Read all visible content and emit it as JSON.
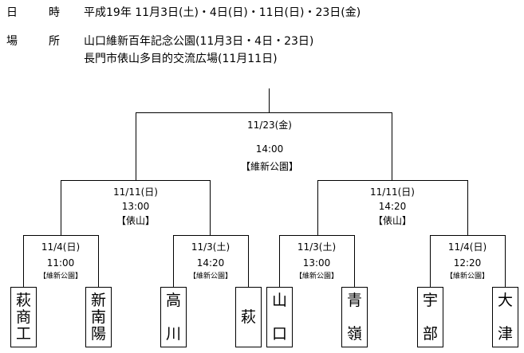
{
  "header": {
    "date_label_1": "日",
    "date_label_2": "時",
    "date_value": "平成19年  11月3日(土)・4日(日)・11日(日)・23日(金)",
    "place_label_1": "場",
    "place_label_2": "所",
    "place_line1": "山口維新百年記念公園(11月3日・4日・23日)",
    "place_line2": "長門市俵山多目的交流広場(11月11日)"
  },
  "final": {
    "date": "11/23(金)",
    "time": "14:00",
    "venue": "【維新公園】"
  },
  "semis": [
    {
      "date": "11/11(日)",
      "time": "13:00",
      "venue": "【俵山】"
    },
    {
      "date": "11/11(日)",
      "time": "14:20",
      "venue": "【俵山】"
    }
  ],
  "first_round": [
    {
      "date": "11/4(日)",
      "time": "11:00",
      "venue": "【維新公園】"
    },
    {
      "date": "11/3(土)",
      "time": "14:20",
      "venue": "【維新公園】"
    },
    {
      "date": "11/3(土)",
      "time": "13:00",
      "venue": "【維新公園】"
    },
    {
      "date": "11/4(日)",
      "time": "12:20",
      "venue": "【維新公園】"
    }
  ],
  "teams": [
    {
      "chars": [
        "萩",
        "商",
        "工"
      ]
    },
    {
      "chars": [
        "新",
        "南",
        "陽"
      ]
    },
    {
      "chars": [
        "高",
        "",
        "川"
      ]
    },
    {
      "chars": [
        "萩"
      ]
    },
    {
      "chars": [
        "山",
        "",
        "口"
      ]
    },
    {
      "chars": [
        "青",
        "",
        "嶺"
      ]
    },
    {
      "chars": [
        "宇",
        "",
        "部"
      ]
    },
    {
      "chars": [
        "大",
        "",
        "津"
      ]
    }
  ]
}
